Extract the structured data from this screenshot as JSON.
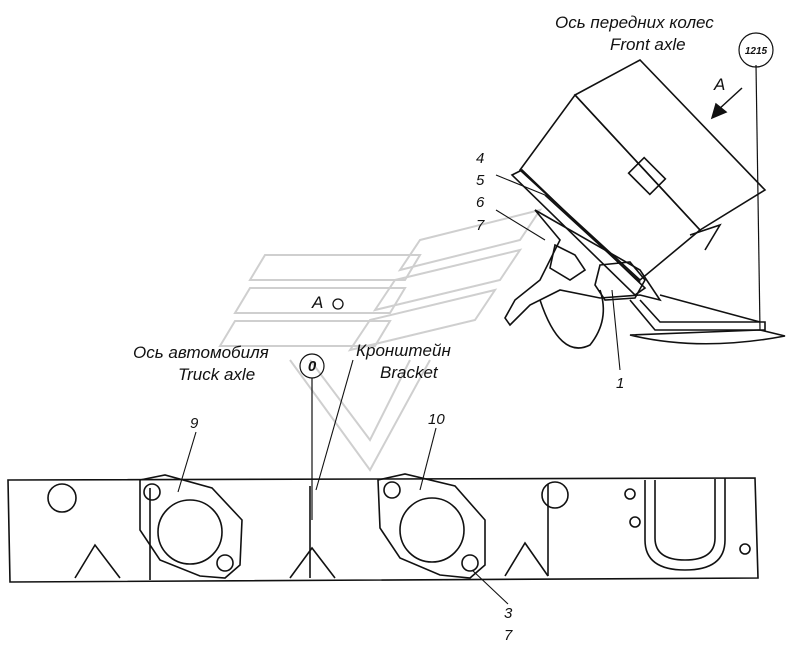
{
  "labels": {
    "front_axle_ru": "Ось передних колес",
    "front_axle_en": "Front axle",
    "view_mark": "A",
    "view_label": "A",
    "truck_axle_ru": "Ось автомобиля",
    "truck_axle_en": "Truck axle",
    "bracket_ru": "Кронштейн",
    "bracket_en": "Bracket",
    "bubble_front": "1215",
    "bubble_truck": "0"
  },
  "callouts": [
    "4",
    "5",
    "6",
    "7",
    "1",
    "9",
    "10",
    "3",
    "7"
  ],
  "colors": {
    "ink": "#111111",
    "watermark": "#cfcfcf"
  }
}
